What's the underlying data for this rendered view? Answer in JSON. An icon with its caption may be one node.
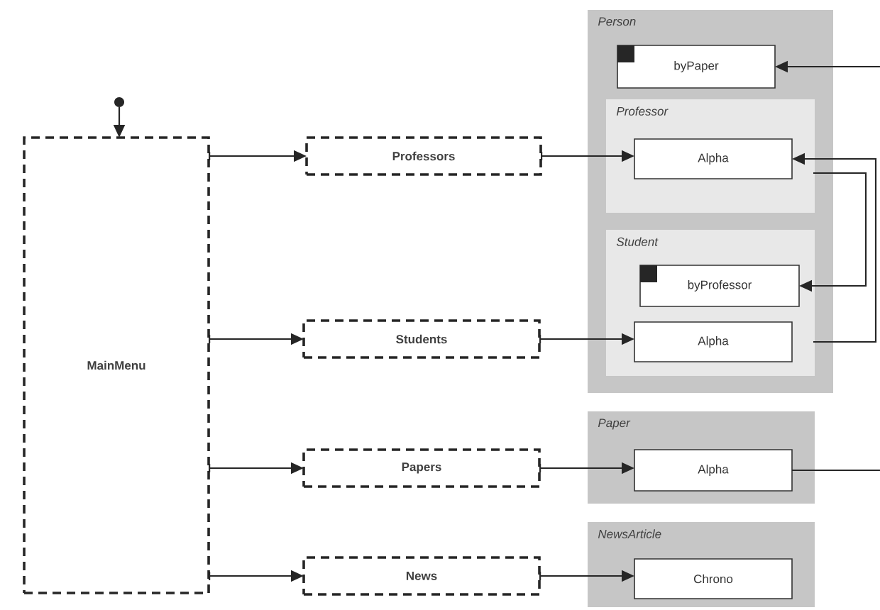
{
  "diagram": {
    "nodes": [
      {
        "text": [],
        "shape": "circle"
      },
      {
        "text": [
          "MainMenu"
        ]
      },
      {
        "text": [
          "Professors"
        ]
      },
      {
        "text": [
          "Students"
        ]
      },
      {
        "text": [
          "Papers"
        ]
      },
      {
        "text": [
          "News"
        ]
      },
      {
        "text": [
          "Person"
        ]
      },
      {
        "text": [
          "byPaper"
        ],
        "in": 6
      },
      {
        "text": [
          "Professor"
        ],
        "in": 6
      },
      {
        "text": [
          "Alpha"
        ],
        "in": 8
      },
      {
        "text": [
          "Student"
        ],
        "in": 6
      },
      {
        "text": [
          "byProfessor"
        ],
        "in": 10
      },
      {
        "text": [
          "Alpha"
        ],
        "in": 10
      },
      {
        "text": [
          "Paper"
        ]
      },
      {
        "text": [
          "Alpha"
        ],
        "in": 13
      },
      {
        "text": [
          "NewsArticle"
        ]
      },
      {
        "text": [
          "Chrono"
        ],
        "in": 15
      }
    ],
    "edges": [
      {
        "from": 0,
        "to": 1,
        "arrow": "to"
      },
      {
        "from": 1,
        "to": 2,
        "arrow": "to"
      },
      {
        "from": 1,
        "to": 3,
        "arrow": "to"
      },
      {
        "from": 1,
        "to": 4,
        "arrow": "to"
      },
      {
        "from": 1,
        "to": 5,
        "arrow": "to"
      },
      {
        "from": 2,
        "to": 9,
        "arrow": "to"
      },
      {
        "from": 3,
        "to": 12,
        "arrow": "to"
      },
      {
        "from": 4,
        "to": 14,
        "arrow": "to"
      },
      {
        "from": 5,
        "to": 16,
        "arrow": "to"
      },
      {
        "from": null,
        "to": 7,
        "arrow": "to"
      },
      {
        "from": 9,
        "to": 11,
        "arrow": "to"
      },
      {
        "from": 12,
        "to": 9,
        "arrow": "to"
      },
      {
        "from": 14,
        "to": null,
        "arrow": "none"
      }
    ]
  }
}
